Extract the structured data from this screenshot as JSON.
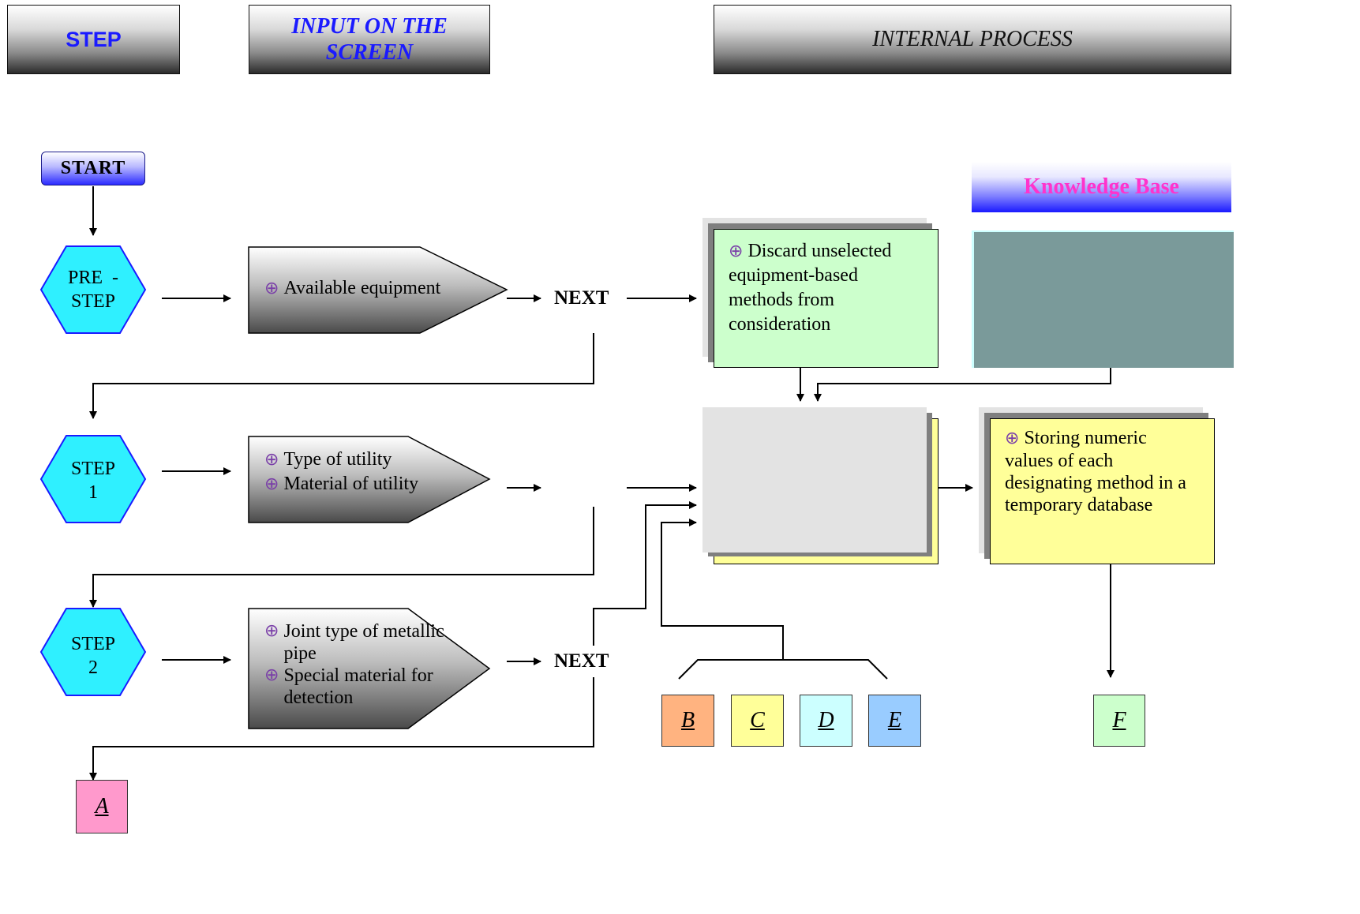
{
  "header": {
    "step": "STEP",
    "input_on_screen": "INPUT ON THE SCREEN",
    "internal_process": "INTERNAL PROCESS"
  },
  "flow": {
    "start": "START",
    "steps": [
      {
        "line1": "PRE  -",
        "line2": "STEP"
      },
      {
        "line1": "STEP",
        "line2": "1"
      },
      {
        "line1": "STEP",
        "line2": "2"
      }
    ],
    "inputs": {
      "pre_step": [
        "Available equipment"
      ],
      "step1": [
        "Type of utility",
        "Material of utility"
      ],
      "step2": [
        "Joint type of metallic pipe",
        "Special material for detection"
      ]
    },
    "next_labels": [
      "NEXT",
      "NEXT"
    ]
  },
  "process": {
    "discard": "Discard unselected equipment-based methods from consideration",
    "storing": "Storing numeric values of each designating method in a temporary database"
  },
  "knowledge_base": {
    "title": "Knowledge Base"
  },
  "connectors": {
    "A": "A",
    "B": "B",
    "C": "C",
    "D": "D",
    "E": "E",
    "F": "F"
  },
  "colors": {
    "hexagon_fill": "#2ff0ff",
    "hexagon_stroke": "#1a1aff",
    "discard_fill": "#ccffcc",
    "storing_fill": "#ffff99",
    "kb_panel": "#7a9a9a",
    "A": "#ff99cc",
    "B": "#ffb380",
    "C": "#ffff99",
    "D": "#ccffff",
    "E": "#99ccff",
    "F": "#ccffcc"
  },
  "icons": {
    "bullet": "crosshair-bullet-icon"
  }
}
